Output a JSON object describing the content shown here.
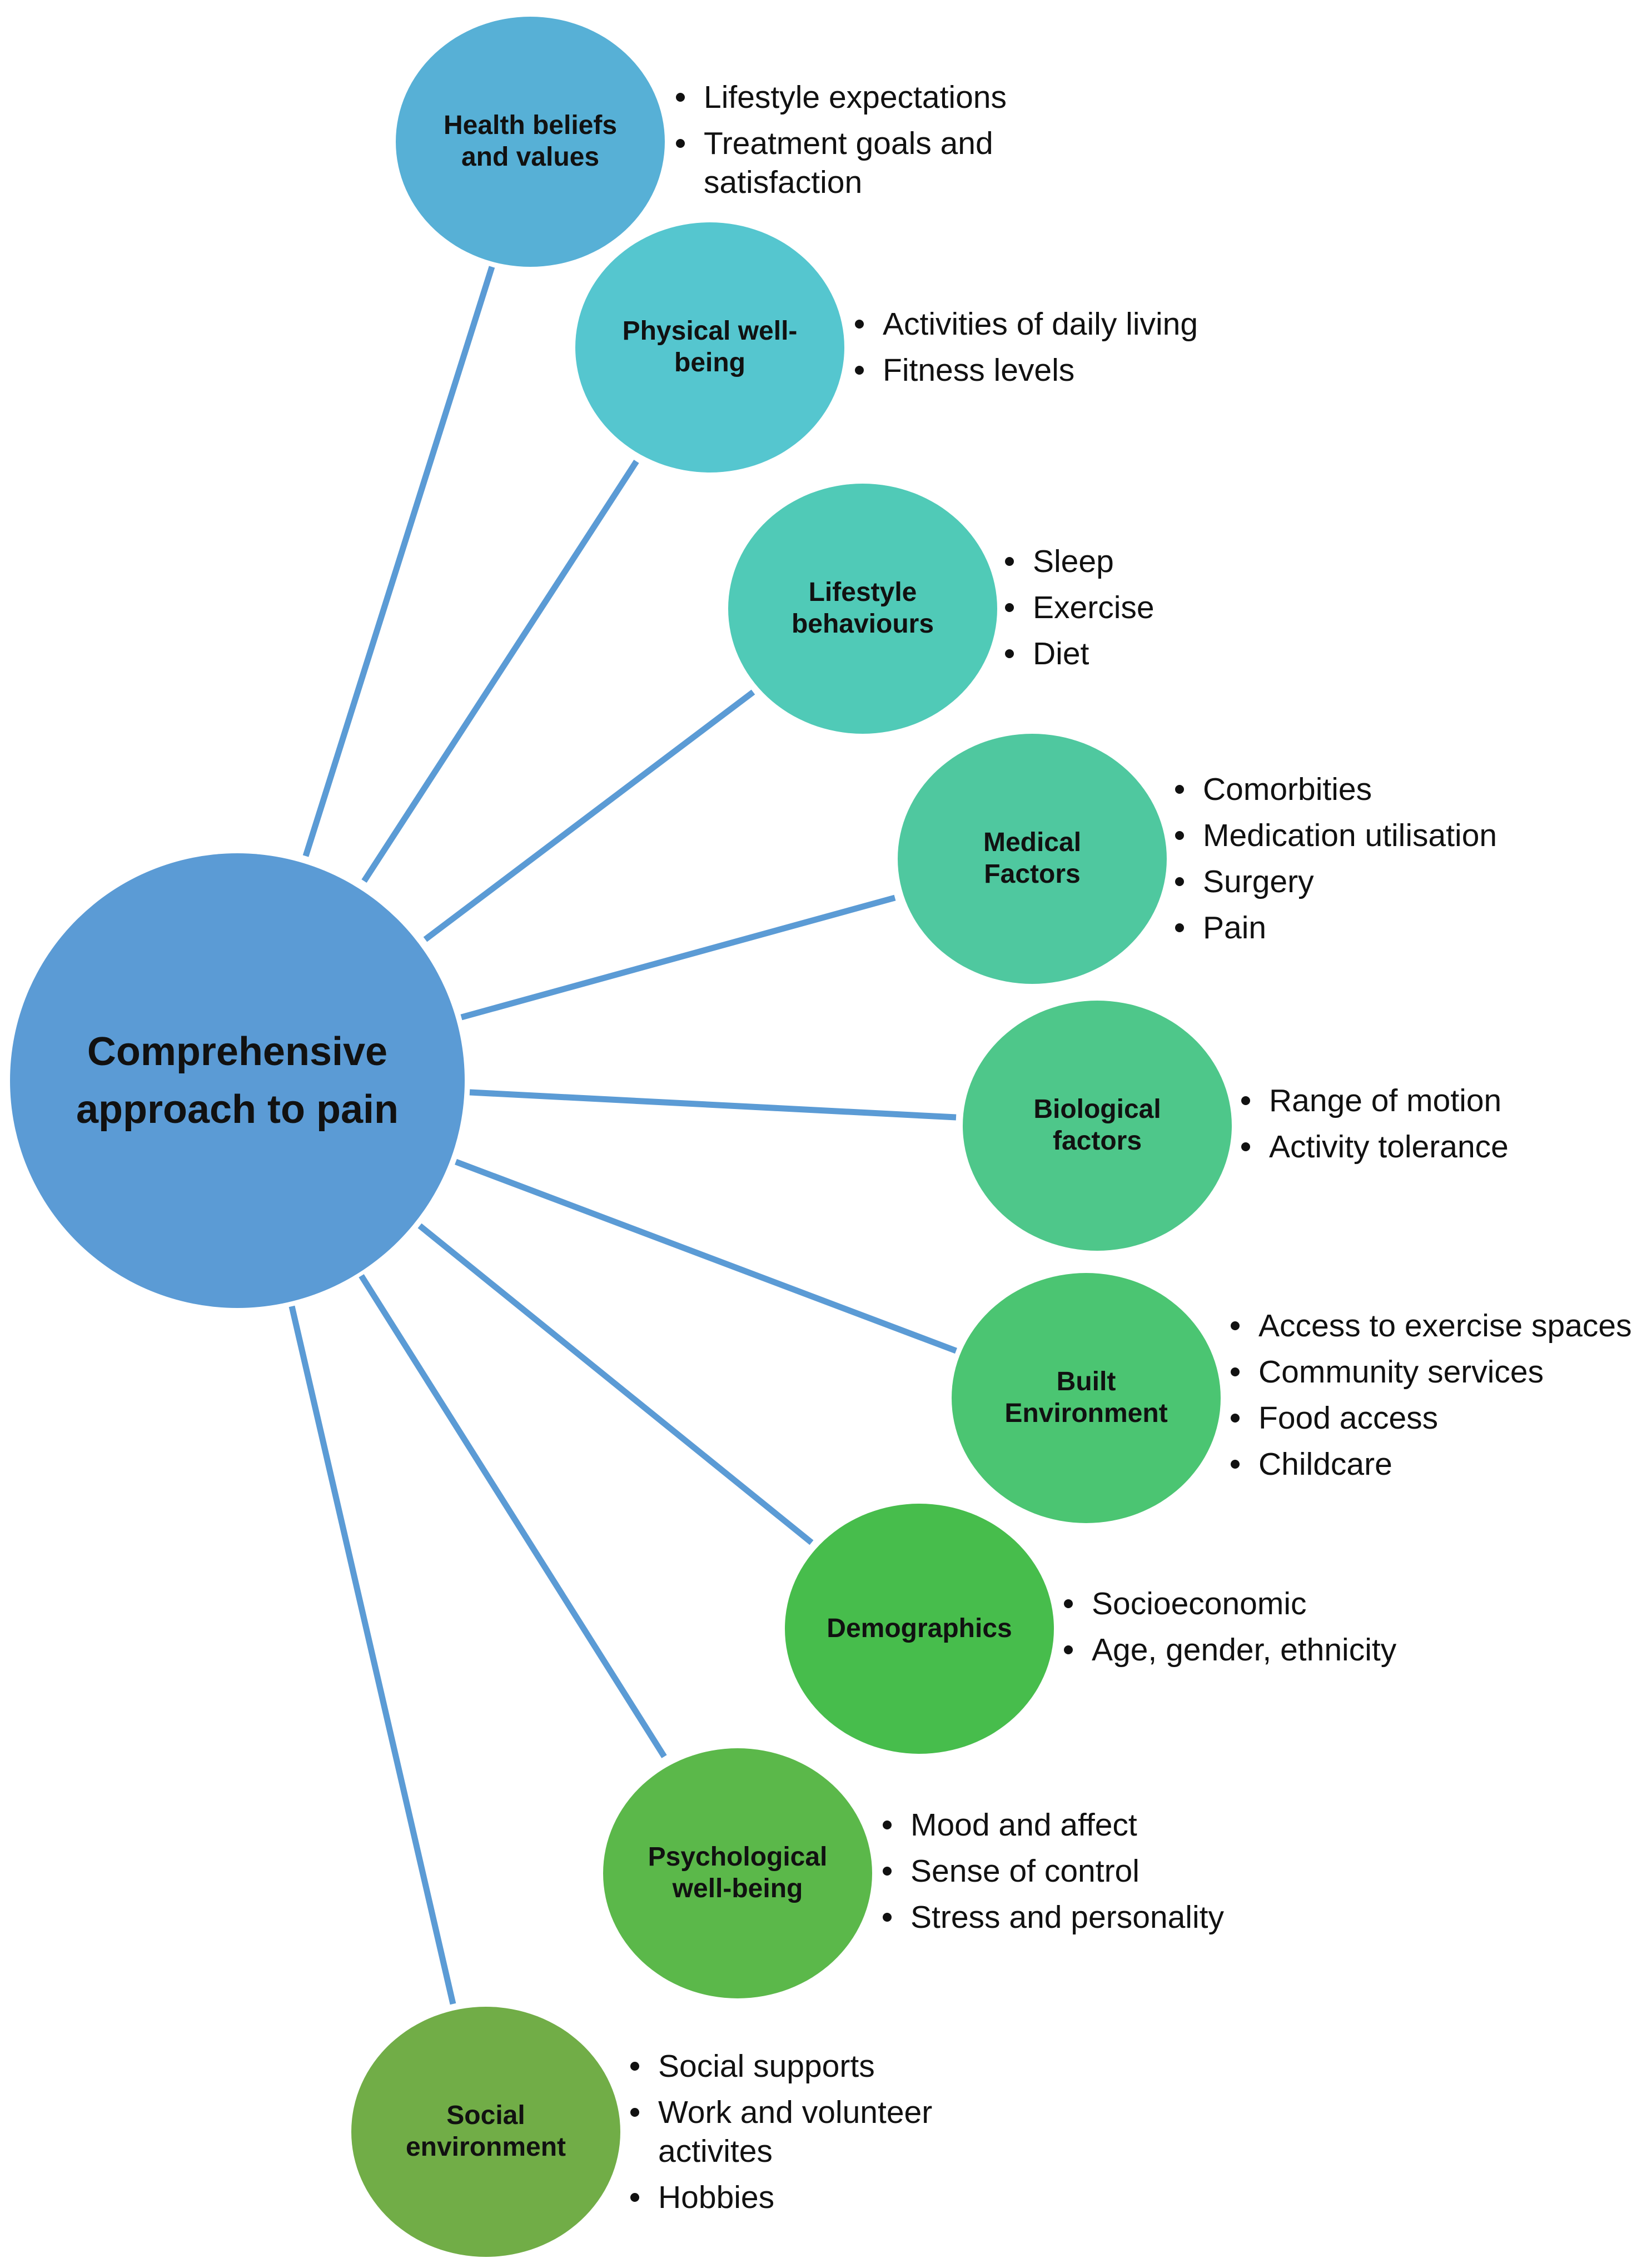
{
  "colors": {
    "connector": "#5b9bd5",
    "hub": "#5b9bd5",
    "health_beliefs": "#57b0d6",
    "physical": "#55c6cf",
    "lifestyle": "#50cab7",
    "medical": "#4fc89f",
    "biological": "#4ec78a",
    "built": "#4bc572",
    "demographics": "#47bd4c",
    "psychological": "#5bb84a",
    "social": "#71ad47"
  },
  "hub": {
    "label": "Comprehensive approach to pain"
  },
  "nodes": [
    {
      "id": "health-beliefs",
      "label": "Health beliefs\nand values",
      "items": [
        "Lifestyle expectations",
        "Treatment goals and\nsatisfaction"
      ]
    },
    {
      "id": "physical-well-being",
      "label": "Physical well-\nbeing",
      "items": [
        "Activities of daily living",
        "Fitness levels"
      ]
    },
    {
      "id": "lifestyle-behaviours",
      "label": "Lifestyle\nbehaviours",
      "items": [
        "Sleep",
        "Exercise",
        "Diet"
      ]
    },
    {
      "id": "medical-factors",
      "label": "Medical\nFactors",
      "items": [
        "Comorbities",
        "Medication utilisation",
        "Surgery",
        "Pain"
      ]
    },
    {
      "id": "biological-factors",
      "label": "Biological\nfactors",
      "items": [
        "Range of motion",
        "Activity tolerance"
      ]
    },
    {
      "id": "built-environment",
      "label": "Built\nEnvironment",
      "items": [
        "Access to exercise spaces",
        "Community services",
        "Food access",
        "Childcare"
      ]
    },
    {
      "id": "demographics",
      "label": "Demographics",
      "items": [
        "Socioeconomic",
        "Age, gender, ethnicity"
      ]
    },
    {
      "id": "psychological-well-being",
      "label": "Psychological\nwell-being",
      "items": [
        "Mood and affect",
        "Sense of control",
        "Stress and personality"
      ]
    },
    {
      "id": "social-environment",
      "label": "Social\nenvironment",
      "items": [
        "Social supports",
        "Work and volunteer\nactivites",
        "Hobbies"
      ]
    }
  ]
}
